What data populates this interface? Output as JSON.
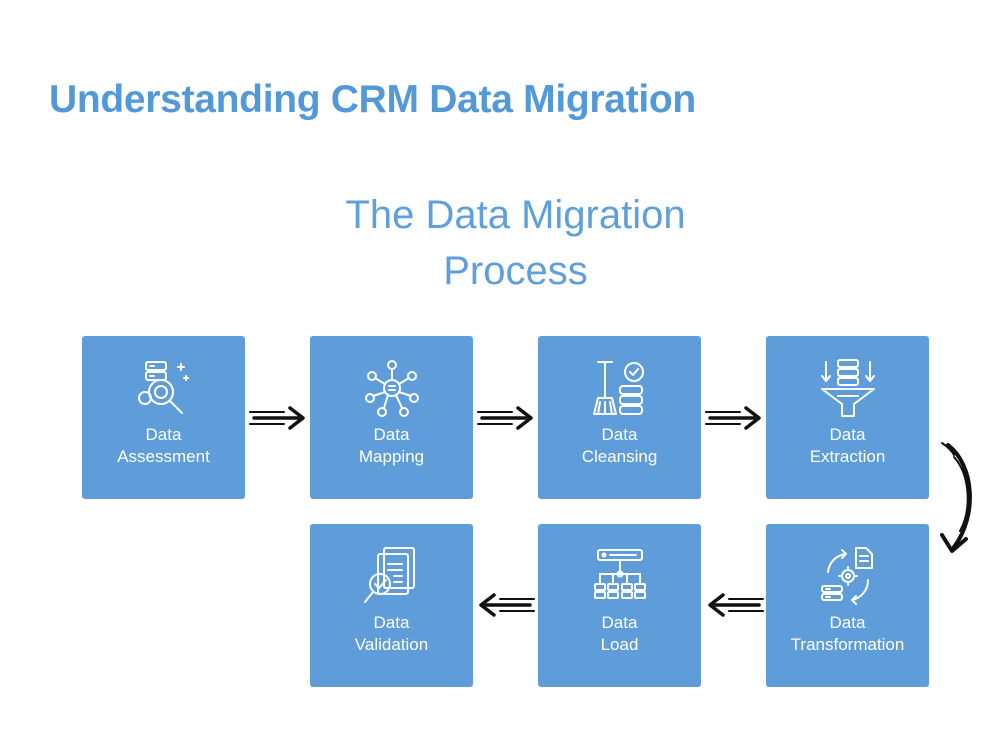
{
  "title": "Understanding CRM Data Migration",
  "subtitle_lines": [
    "The Data Migration",
    "Process"
  ],
  "steps": [
    {
      "line1": "Data",
      "line2": "Assessment",
      "icon": "assessment-icon"
    },
    {
      "line1": "Data",
      "line2": "Mapping",
      "icon": "mapping-icon"
    },
    {
      "line1": "Data",
      "line2": "Cleansing",
      "icon": "cleansing-icon"
    },
    {
      "line1": "Data",
      "line2": "Extraction",
      "icon": "extraction-icon"
    },
    {
      "line1": "Data",
      "line2": "Transformation",
      "icon": "transformation-icon"
    },
    {
      "line1": "Data",
      "line2": "Load",
      "icon": "load-icon"
    },
    {
      "line1": "Data",
      "line2": "Validation",
      "icon": "validation-icon"
    }
  ],
  "colors": {
    "title": "#5399d8",
    "box_fill": "#5e9dd9",
    "box_text": "#ffffff",
    "arrow": "#111111"
  }
}
